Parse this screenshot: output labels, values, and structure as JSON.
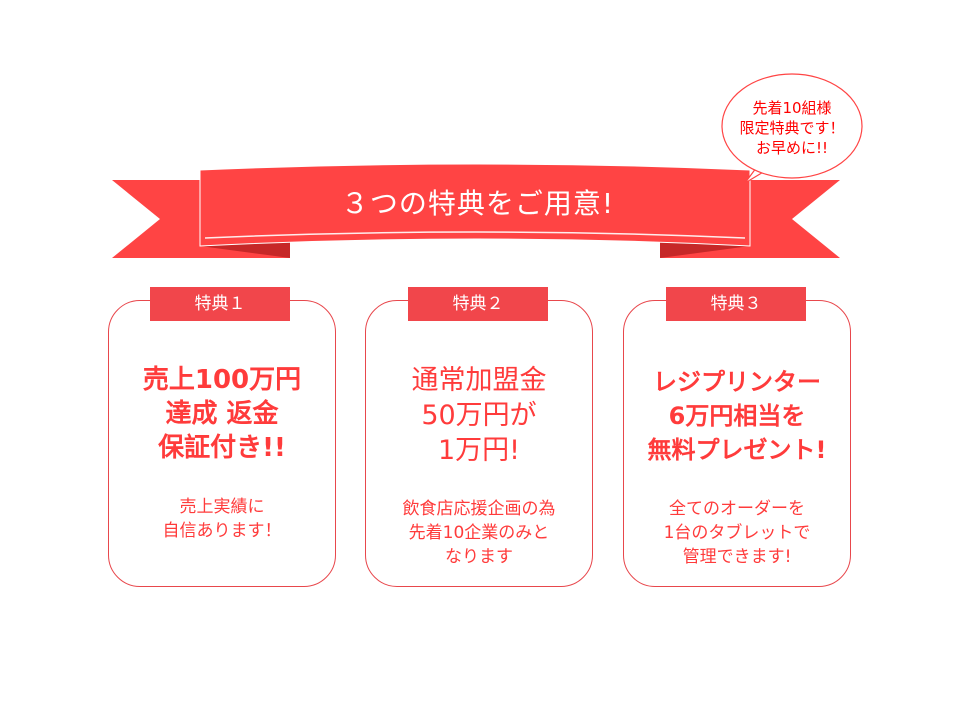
{
  "banner": {
    "title": "３つの特典をご用意!"
  },
  "bubble": {
    "lines": [
      "先着10組様",
      "限定特典です！",
      "お早めに!!"
    ]
  },
  "cards": [
    {
      "tab": "特典１",
      "headline": [
        "売上100万円",
        "達成 返金",
        "保証付き!!"
      ],
      "description": [
        "売上実績に",
        "自信あります！"
      ]
    },
    {
      "tab": "特典２",
      "headline": [
        "通常加盟金",
        "50万円が",
        "1万円!"
      ],
      "description": [
        "飲食店応援企画の為",
        "先着10企業のみと",
        "なります"
      ]
    },
    {
      "tab": "特典３",
      "headline": [
        "レジプリンター",
        "6万円相当を",
        "無料プレゼント!"
      ],
      "description": [
        "全てのオーダーを",
        "1台のタブレットで",
        "管理できます!"
      ]
    }
  ],
  "colors": {
    "ribbon_main": "#ff4444",
    "ribbon_dark": "#c62828",
    "accent_text": "#ff3b3b",
    "card_border": "#e8474c"
  }
}
